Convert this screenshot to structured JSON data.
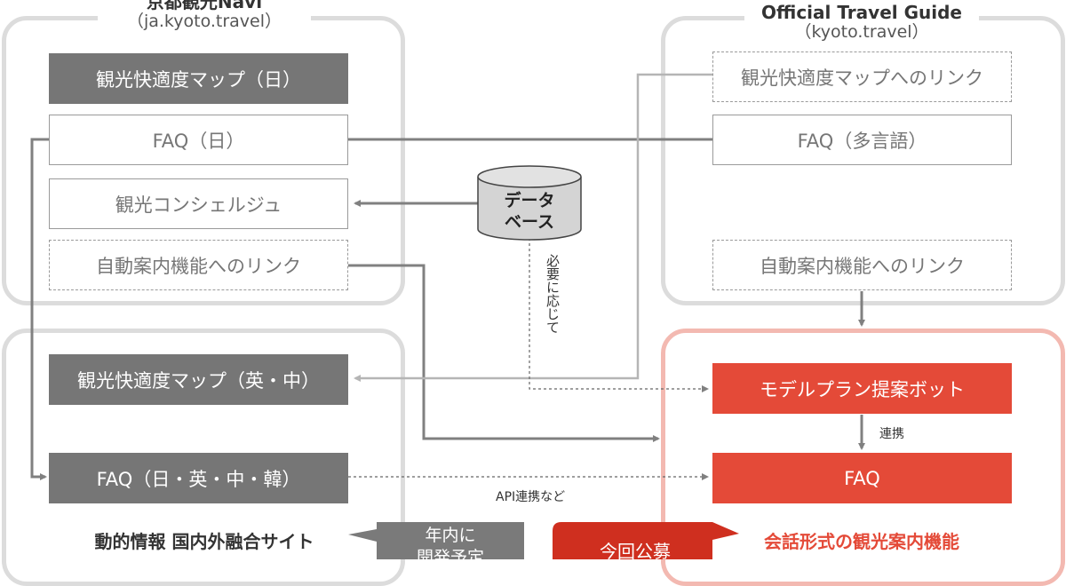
{
  "left_top_panel": {
    "title": "京都観光Navi",
    "subtitle": "（ja.kyoto.travel）",
    "items": [
      "観光快適度マップ（日）",
      "FAQ（日）",
      "観光コンシェルジュ",
      "自動案内機能へのリンク"
    ]
  },
  "right_top_panel": {
    "title": "Official Travel Guide",
    "subtitle": "（kyoto.travel）",
    "items": [
      "観光快適度マップへのリンク",
      "FAQ（多言語）",
      "自動案内機能へのリンク"
    ]
  },
  "database": {
    "line1": "データ",
    "line2": "ベース"
  },
  "labels": {
    "as_needed": "必要に応じて",
    "integration": "連携",
    "api": "API連携など"
  },
  "left_bottom_panel": {
    "items": [
      "観光快適度マップ（英・中）",
      "FAQ（日・英・中・韓）"
    ],
    "title": "動的情報 国内外融合サイト"
  },
  "right_bottom_panel": {
    "items": [
      "モデルプラン提案ボット",
      "FAQ"
    ],
    "title": "会話形式の観光案内機能"
  },
  "callouts": {
    "within_year": "年内に",
    "within_year_2": "開発予定",
    "this_call": "今回公募"
  },
  "colors": {
    "accent_red": "#e44a38",
    "dark_gray": "#767676",
    "panel_gray": "#dcdcdc",
    "panel_pink": "#f3b9b1"
  }
}
